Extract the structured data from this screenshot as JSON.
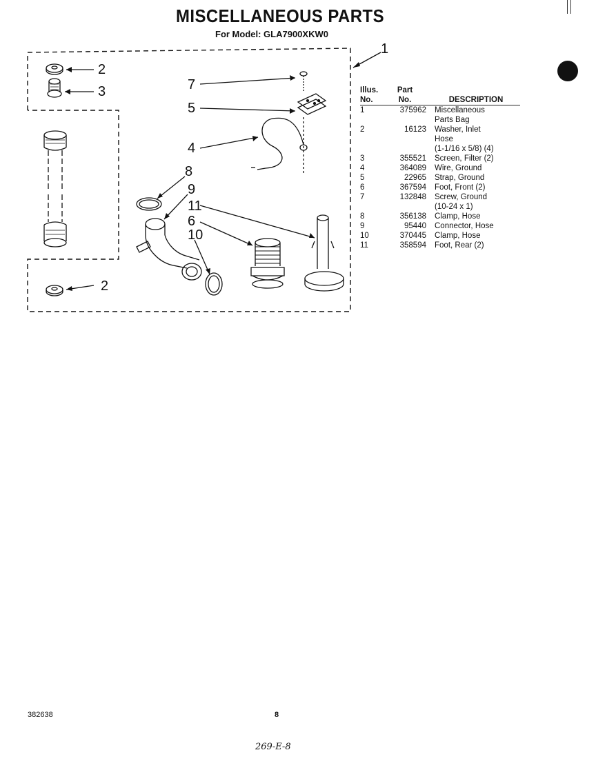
{
  "header": {
    "title": "MISCELLANEOUS PARTS",
    "model_line": "For Model: GLA7900XKW0"
  },
  "diagram": {
    "callouts": [
      "1",
      "2",
      "3",
      "2",
      "7",
      "5",
      "4",
      "8",
      "9",
      "11",
      "6",
      "10"
    ]
  },
  "parts_table": {
    "headers": {
      "illus_line1": "Illus.",
      "illus_line2": "No.",
      "part_line1": "Part",
      "part_line2": "No.",
      "description": "DESCRIPTION"
    },
    "rows": [
      {
        "illus": "1",
        "part": "375962",
        "description": "Miscellaneous\nParts Bag"
      },
      {
        "illus": "2",
        "part": "16123",
        "description": "Washer, Inlet\nHose\n(1-1/16 x 5/8) (4)"
      },
      {
        "illus": "3",
        "part": "355521",
        "description": "Screen, Filter (2)"
      },
      {
        "illus": "4",
        "part": "364089",
        "description": "Wire, Ground"
      },
      {
        "illus": "5",
        "part": "22965",
        "description": "Strap, Ground"
      },
      {
        "illus": "6",
        "part": "367594",
        "description": "Foot, Front (2)"
      },
      {
        "illus": "7",
        "part": "132848",
        "description": "Screw, Ground\n(10-24 x 1)"
      },
      {
        "illus": "8",
        "part": "356138",
        "description": "Clamp, Hose"
      },
      {
        "illus": "9",
        "part": "95440",
        "description": "Connector, Hose"
      },
      {
        "illus": "10",
        "part": "370445",
        "description": "Clamp, Hose"
      },
      {
        "illus": "11",
        "part": "358594",
        "description": "Foot, Rear (2)"
      }
    ]
  },
  "footer": {
    "doc_number": "382638",
    "page_number": "8",
    "handwritten_note": "269-E-8"
  }
}
